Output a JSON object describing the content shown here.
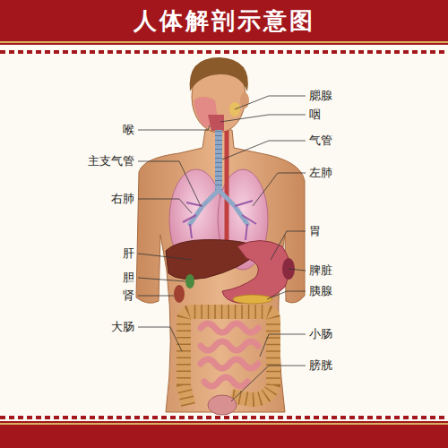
{
  "diagram": {
    "title": "人体解剖示意图",
    "labels": [
      "腮腺",
      "咽",
      "喉",
      "气管",
      "主支气管",
      "左肺",
      "右肺",
      "胃",
      "肝",
      "脾脏",
      "胆",
      "胰腺",
      "肾",
      "大肠",
      "小肠",
      "膀胱"
    ]
  }
}
